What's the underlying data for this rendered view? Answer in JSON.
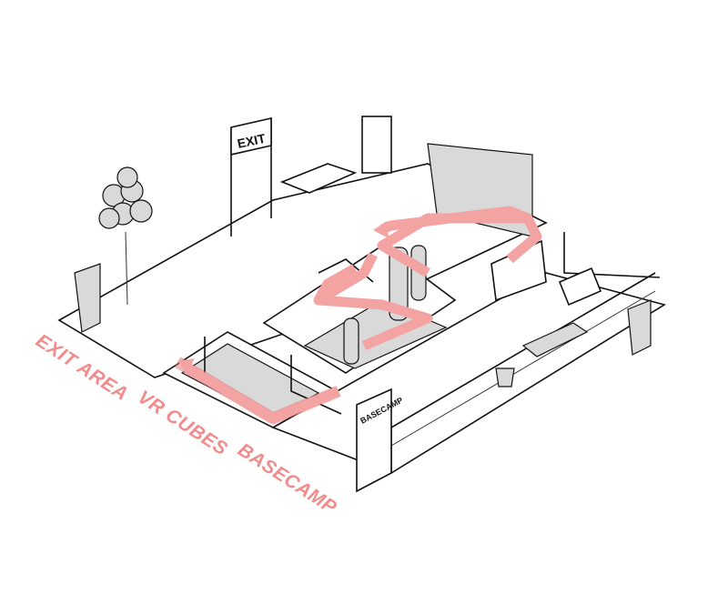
{
  "zones": {
    "exit_area": "EXIT AREA",
    "vr_cubes": "VR CUBES",
    "basecamp": "BASECAMP"
  },
  "signs": {
    "exit": "EXIT",
    "basecamp": "BASECAMP"
  },
  "colors": {
    "path": "#f4a3a3",
    "label": "#f28b8b",
    "line": "#111111"
  }
}
